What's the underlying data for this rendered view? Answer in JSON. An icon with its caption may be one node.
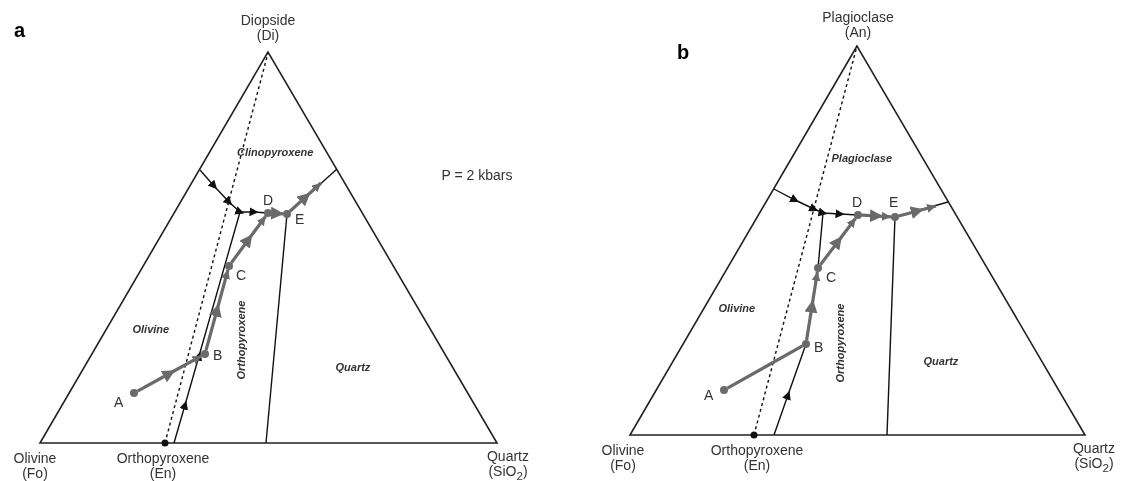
{
  "diagram": {
    "nodes": [
      {
        "text": [],
        "shape": "circle",
        "beside": [
          "A"
        ]
      },
      {
        "text": [],
        "shape": "circle",
        "beside": [
          "B"
        ]
      },
      {
        "text": [],
        "shape": "circle",
        "beside": [
          "C"
        ]
      },
      {
        "text": [],
        "shape": "circle",
        "beside": [
          "D"
        ]
      },
      {
        "text": [],
        "shape": "circle",
        "beside": [
          "E"
        ]
      },
      {
        "text": [],
        "shape": "circle",
        "beside": [
          "A"
        ]
      },
      {
        "text": [],
        "shape": "circle",
        "beside": [
          "B"
        ]
      },
      {
        "text": [],
        "shape": "circle",
        "beside": [
          "C"
        ]
      },
      {
        "text": [],
        "shape": "circle",
        "beside": [
          "D"
        ]
      },
      {
        "text": [],
        "shape": "circle",
        "beside": [
          "E"
        ]
      }
    ],
    "edges": [
      {
        "from": 0,
        "to": 1,
        "arrow": "to"
      },
      {
        "from": 1,
        "to": 2,
        "arrow": "to"
      },
      {
        "from": 2,
        "to": 3,
        "arrow": "to"
      },
      {
        "from": 3,
        "to": 4,
        "arrow": "to"
      },
      {
        "from": 4,
        "to": null,
        "arrow": "to"
      },
      {
        "from": 5,
        "to": 6,
        "arrow": "none"
      },
      {
        "from": 6,
        "to": 7,
        "arrow": "to"
      },
      {
        "from": 7,
        "to": 8,
        "arrow": "to"
      },
      {
        "from": 8,
        "to": 9,
        "arrow": "to"
      },
      {
        "from": 9,
        "to": null,
        "arrow": "to"
      }
    ],
    "labels": [
      "a",
      "Diopside (Di)",
      "Clinopyroxene",
      "P = 2 kbars",
      "Olivine",
      "Orthopyroxene",
      "Quartz",
      "Olivine (Fo)",
      "Orthopyroxene (En)",
      "Quartz (SiO$_{2}$)",
      "b",
      "Plagioclase (An)",
      "Plagioclase",
      "Olivine",
      "Orthopyroxene",
      "Quartz",
      "Olivine (Fo)",
      "Orthopyroxene (En)",
      "Quartz (SiO$_{2}$)"
    ]
  }
}
